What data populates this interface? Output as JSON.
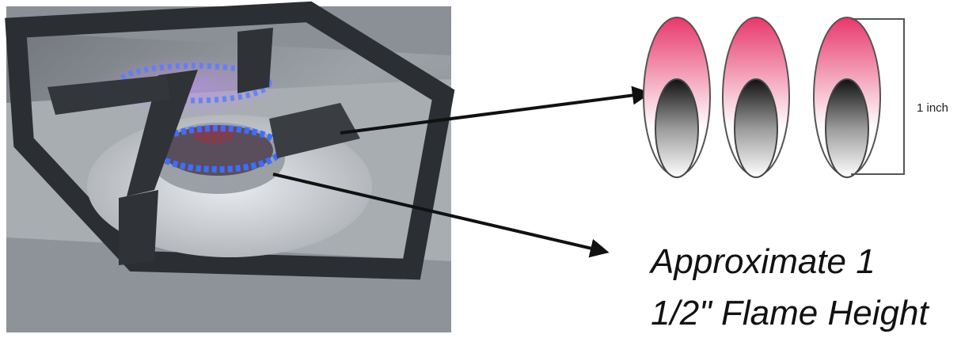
{
  "diagram": {
    "scale_label": "1 inch",
    "caption_line1": "Approximate 1",
    "caption_line2": "1/2\" Flame Height",
    "colors": {
      "flame_outer_top": "#e8386a",
      "flame_inner_top": "#111111",
      "burner_flame": "#3f6dff",
      "arrow": "#111111"
    },
    "icons": [
      "gas-burner-photo",
      "flame-icon"
    ]
  }
}
